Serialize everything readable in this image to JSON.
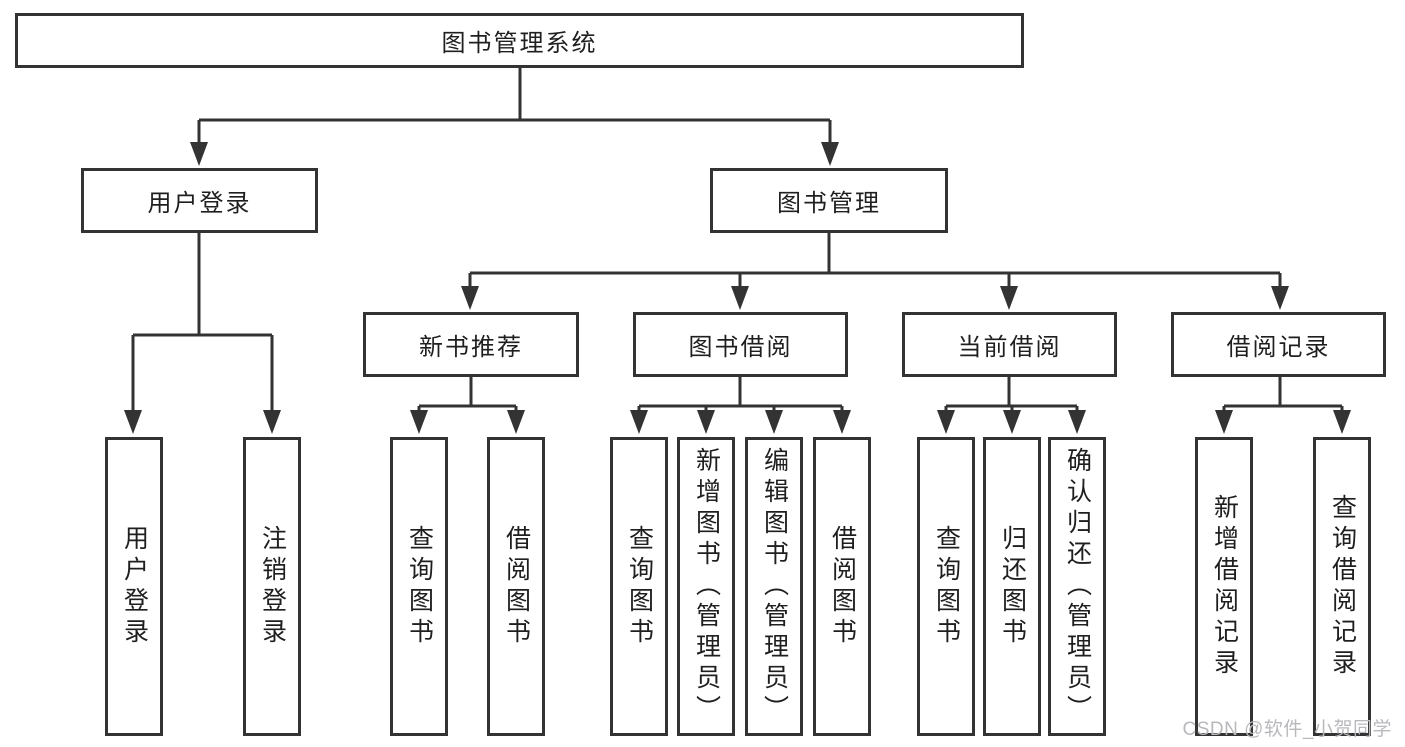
{
  "diagram": {
    "root": {
      "label": "图书管理系统"
    },
    "level2": [
      {
        "label": "用户登录"
      },
      {
        "label": "图书管理"
      }
    ],
    "level3": [
      {
        "label": "新书推荐"
      },
      {
        "label": "图书借阅"
      },
      {
        "label": "当前借阅"
      },
      {
        "label": "借阅记录"
      }
    ],
    "leaves": {
      "user_login": [
        {
          "label": "用户登录"
        },
        {
          "label": "注销登录"
        }
      ],
      "new_book_recommend": [
        {
          "label": "查询图书"
        },
        {
          "label": "借阅图书"
        }
      ],
      "book_borrow": [
        {
          "label": "查询图书"
        },
        {
          "label": "新增图书（管理员）"
        },
        {
          "label": "编辑图书（管理员）"
        },
        {
          "label": "借阅图书"
        }
      ],
      "current_borrow": [
        {
          "label": "查询图书"
        },
        {
          "label": "归还图书"
        },
        {
          "label": "确认归还（管理员）"
        }
      ],
      "borrow_records": [
        {
          "label": "新增借阅记录"
        },
        {
          "label": "查询借阅记录"
        }
      ]
    }
  },
  "watermark": {
    "text": "CSDN @软件_小贺同学"
  },
  "colors": {
    "background": "#ffffff",
    "line": "#333333",
    "box_border": "#333333",
    "box_fill": "#ffffff",
    "text": "#1f1f1f",
    "watermark": "#b9b9bd"
  }
}
